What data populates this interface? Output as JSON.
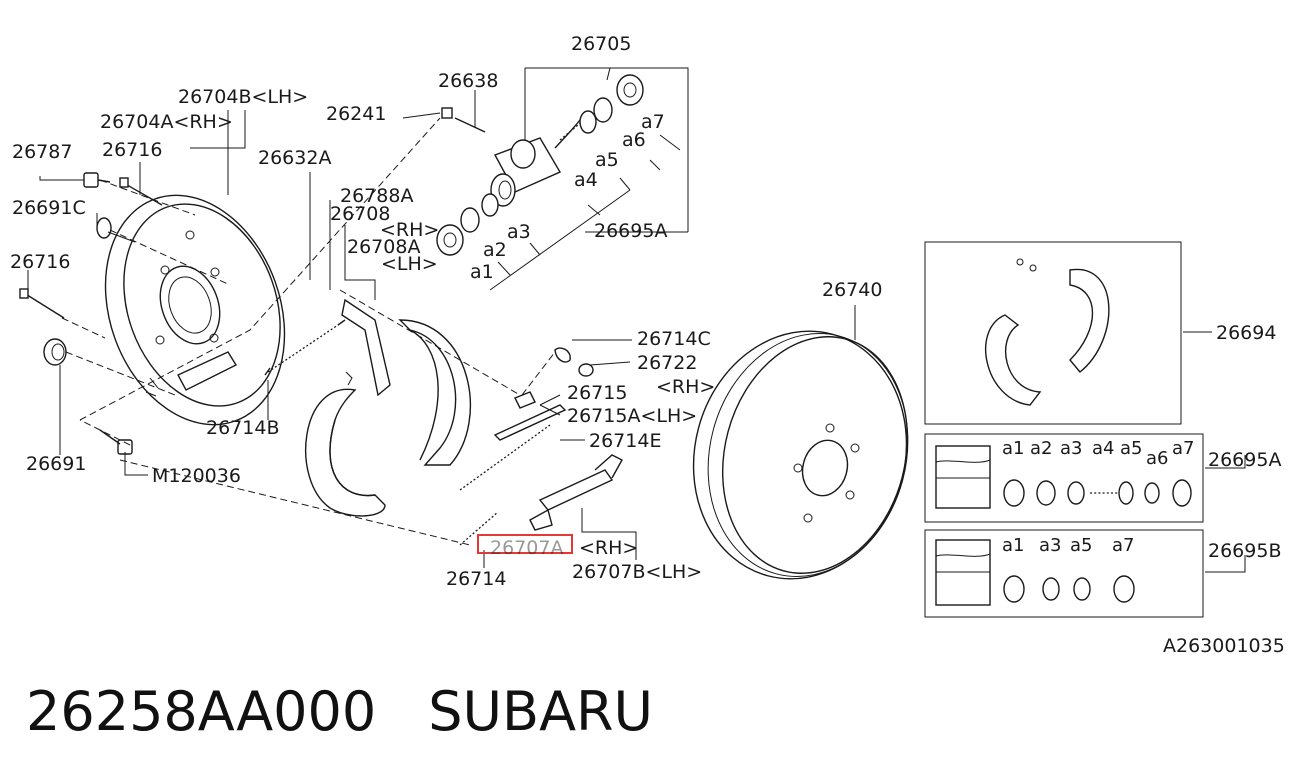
{
  "diagram": {
    "reference_code": "A263001035",
    "highlight_color": "#e53935",
    "labels": {
      "l26705": "26705",
      "l26638": "26638",
      "l26704B": "26704B<LH>",
      "l26241": "26241",
      "l26704A": "26704A<RH>",
      "l26787": "26787",
      "l26716a": "26716",
      "l26632A": "26632A",
      "l26788A": "26788A",
      "l26708": "26708",
      "l26708rh": "<RH>",
      "l26708A": "26708A",
      "l26708lh": "<LH>",
      "l26691C": "26691C",
      "l26716b": "26716",
      "l26695Atop": "26695A",
      "la1": "a1",
      "la2": "a2",
      "la3": "a3",
      "la4": "a4",
      "la5": "a5",
      "la6": "a6",
      "la7": "a7",
      "l26714C": "26714C",
      "l26722": "26722",
      "l26722rh": "<RH>",
      "l26715": "26715",
      "l26715A": "26715A<LH>",
      "l26714E": "26714E",
      "l26714B": "26714B",
      "l26691": "26691",
      "lM120036": "M120036",
      "l26707A": "26707A",
      "l26707Arh": "<RH>",
      "l26707B": "26707B<LH>",
      "l26714": "26714",
      "l26740": "26740",
      "l26694": "26694",
      "l26695A": "26695A",
      "l26695B": "26695B",
      "kitA": [
        "a1",
        "a2",
        "a3",
        "a4",
        "a5",
        "a6",
        "a7"
      ],
      "kitB": [
        "a1",
        "a3",
        "a5",
        "a7"
      ]
    }
  },
  "caption": {
    "part_number": "26258AA000",
    "brand": "SUBARU"
  }
}
